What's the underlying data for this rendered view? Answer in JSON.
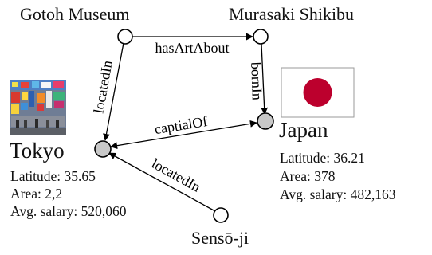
{
  "nodes": {
    "gotoh_museum": {
      "label": "Gotoh Museum"
    },
    "murasaki_shikibu": {
      "label": "Murasaki Shikibu"
    },
    "tokyo": {
      "label": "Tokyo",
      "attributes": [
        {
          "text": "Latitude: 35.65"
        },
        {
          "text": "Area: 2,2"
        },
        {
          "text": "Avg. salary: 520,060"
        }
      ]
    },
    "japan": {
      "label": "Japan",
      "attributes": [
        {
          "text": "Latitude: 36.21"
        },
        {
          "text": "Area: 378"
        },
        {
          "text": "Avg. salary: 482,163"
        }
      ]
    },
    "senso_ji": {
      "label": "Sensō-ji"
    }
  },
  "edges": {
    "has_art_about": "hasArtAbout",
    "located_in_museum": "locatedIn",
    "born_in": "bornIn",
    "capital_of": "captialOf",
    "located_in_temple": "locatedIn"
  },
  "colors": {
    "plain_node": "#ffffff",
    "entity_node": "#c8c8c8",
    "flag_red": "#bc002d",
    "edge": "#000000"
  }
}
